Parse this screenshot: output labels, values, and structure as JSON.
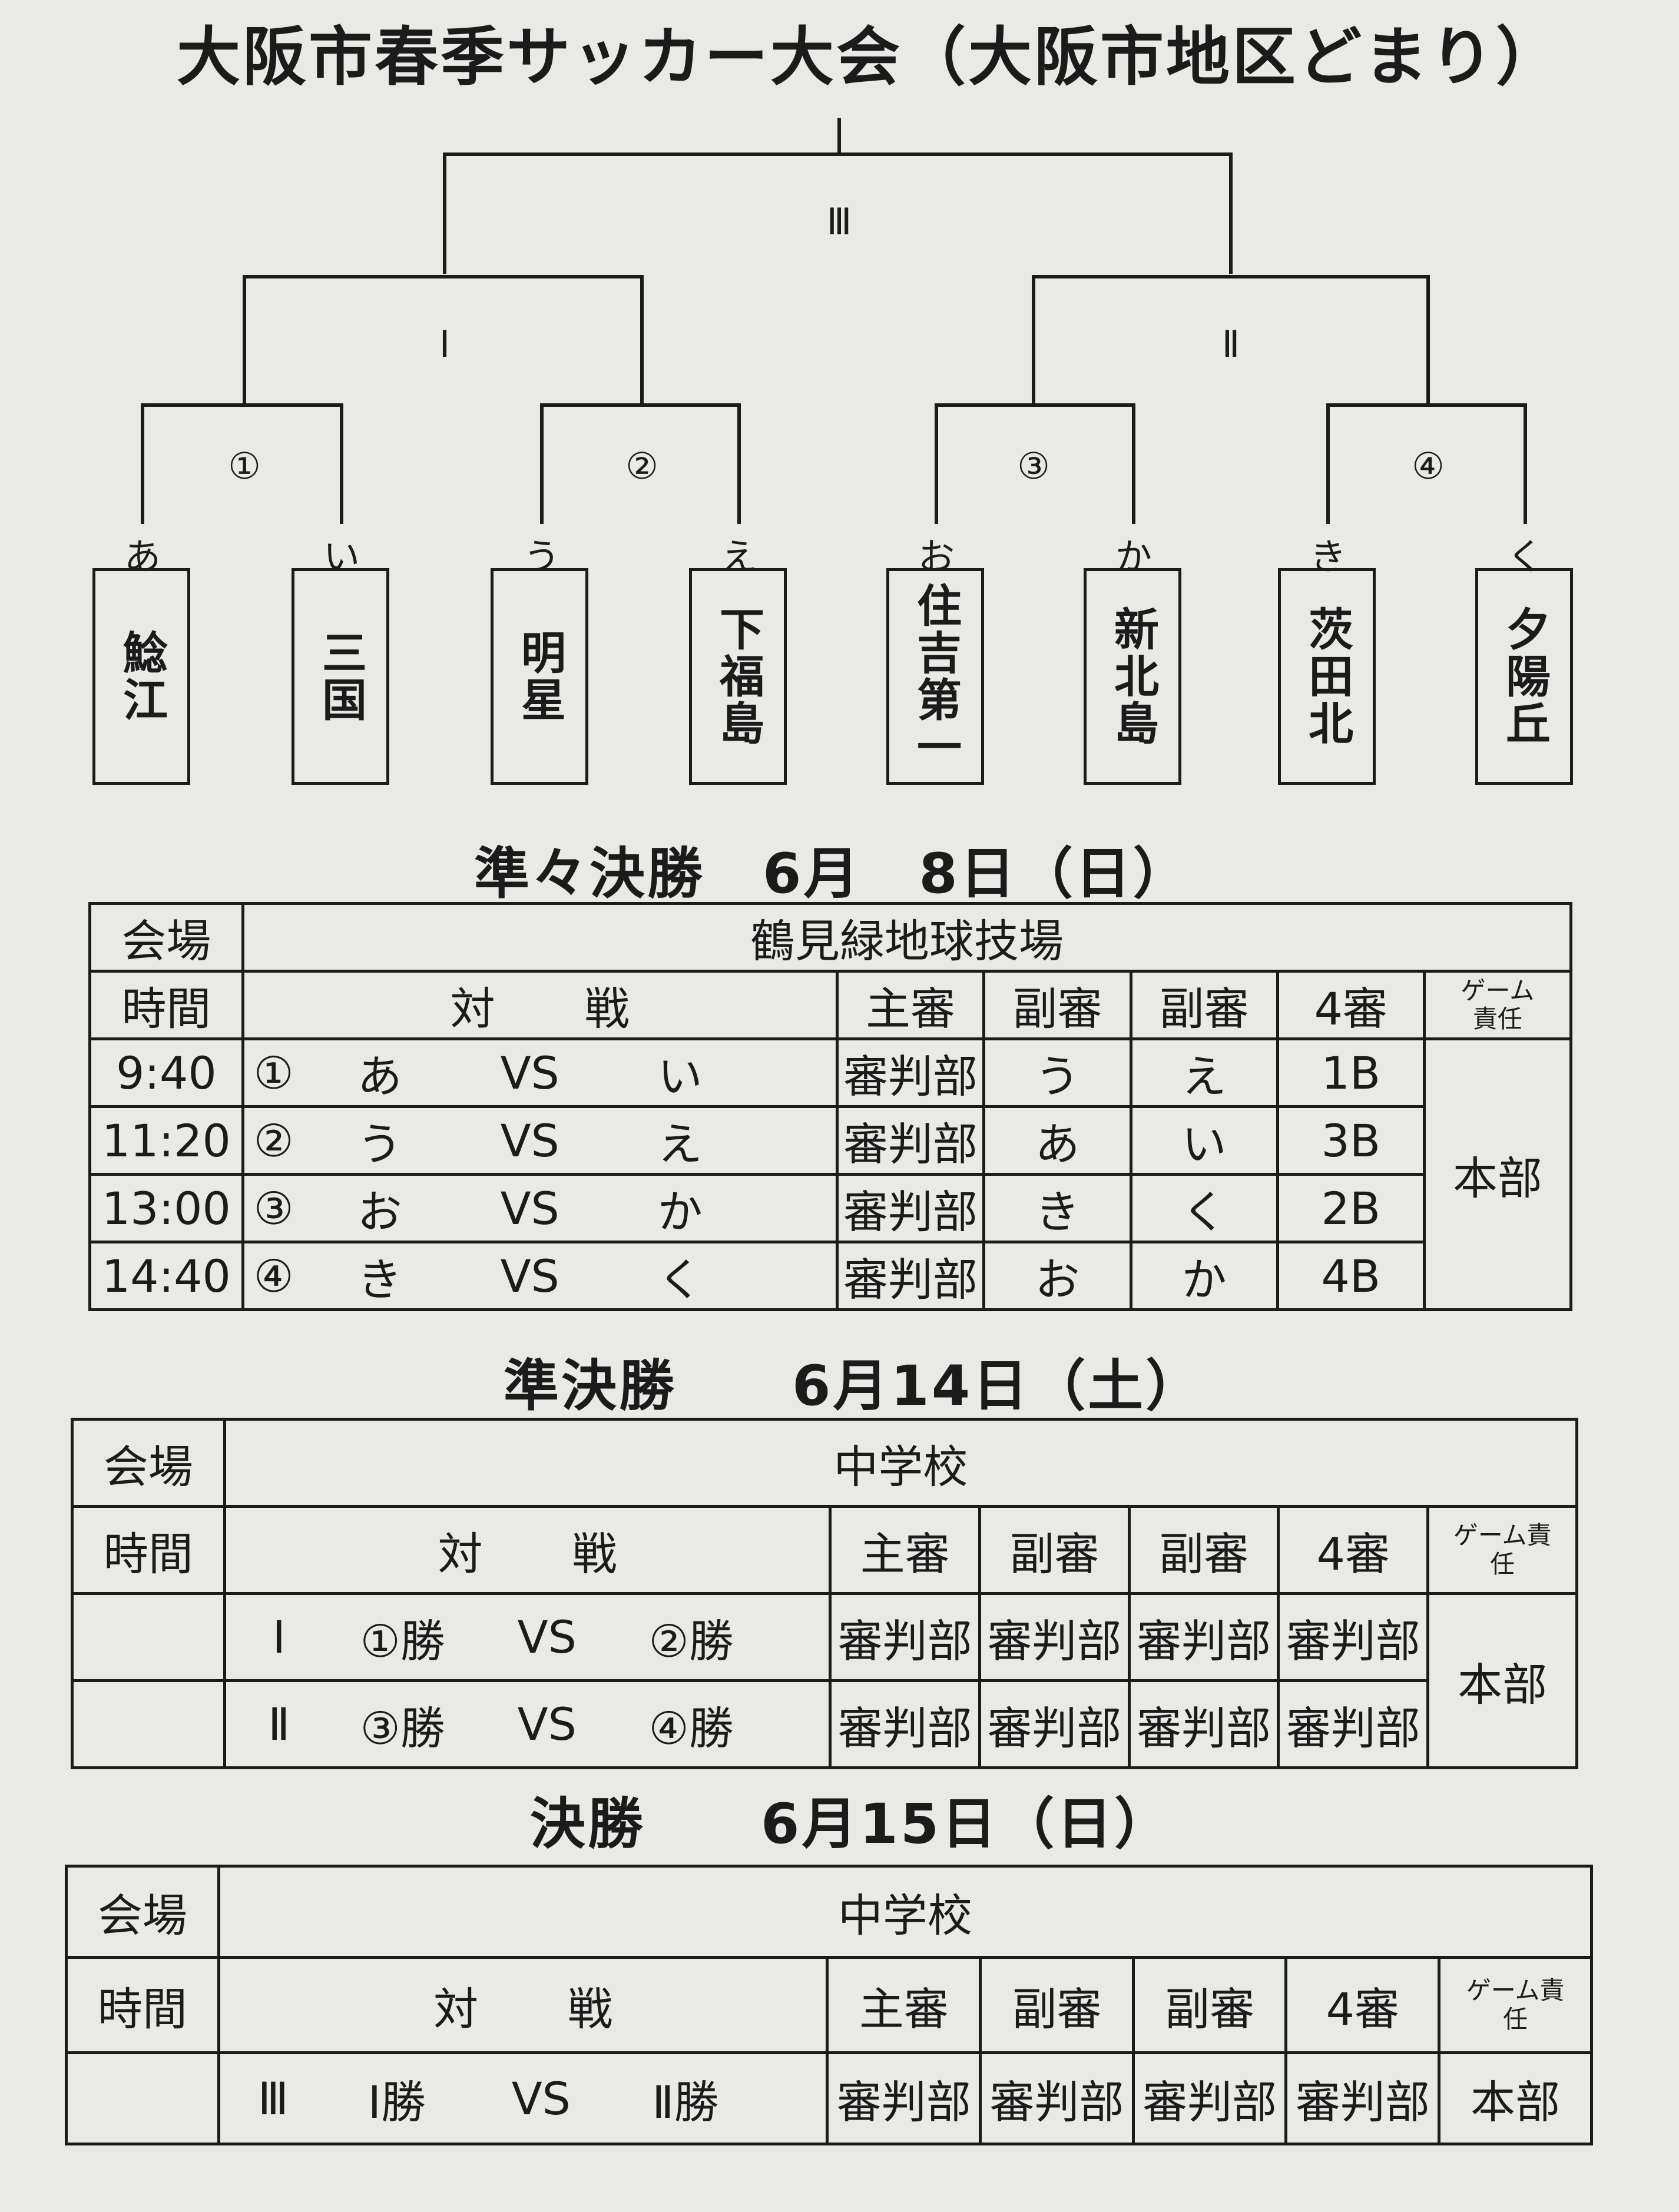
{
  "title": "大阪市春季サッカー大会（大阪市地区どまり）",
  "bracket": {
    "final_label": "Ⅲ",
    "semi_labels": [
      "Ⅰ",
      "Ⅱ"
    ],
    "quarter_labels": [
      "①",
      "②",
      "③",
      "④"
    ],
    "teams": [
      {
        "kana": "あ",
        "name": "鯰江"
      },
      {
        "kana": "い",
        "name": "三国"
      },
      {
        "kana": "う",
        "name": "明星"
      },
      {
        "kana": "え",
        "name": "下福島"
      },
      {
        "kana": "お",
        "name": "住吉第一"
      },
      {
        "kana": "か",
        "name": "新北島"
      },
      {
        "kana": "き",
        "name": "茨田北"
      },
      {
        "kana": "く",
        "name": "夕陽丘"
      }
    ]
  },
  "quarter": {
    "title": "準々決勝　6月　8日（日）",
    "venue_label": "会場",
    "venue": "鶴見緑地球技場",
    "headers": {
      "time": "時間",
      "match": "対　　戦",
      "ref": "主審",
      "ar1": "副審",
      "ar2": "副審",
      "fourth": "4審",
      "game": "ゲーム責任"
    },
    "responsible": "本部",
    "rows": [
      {
        "time": "9:40",
        "no": "①",
        "a": "あ",
        "vs": "VS",
        "b": "い",
        "ref": "審判部",
        "ar1": "う",
        "ar2": "え",
        "fourth": "1B"
      },
      {
        "time": "11:20",
        "no": "②",
        "a": "う",
        "vs": "VS",
        "b": "え",
        "ref": "審判部",
        "ar1": "あ",
        "ar2": "い",
        "fourth": "3B"
      },
      {
        "time": "13:00",
        "no": "③",
        "a": "お",
        "vs": "VS",
        "b": "か",
        "ref": "審判部",
        "ar1": "き",
        "ar2": "く",
        "fourth": "2B"
      },
      {
        "time": "14:40",
        "no": "④",
        "a": "き",
        "vs": "VS",
        "b": "く",
        "ref": "審判部",
        "ar1": "お",
        "ar2": "か",
        "fourth": "4B"
      }
    ]
  },
  "semi": {
    "title": "準決勝　　6月14日（土）",
    "venue_label": "会場",
    "venue": "中学校",
    "headers": {
      "time": "時間",
      "match": "対　　戦",
      "ref": "主審",
      "ar1": "副審",
      "ar2": "副審",
      "fourth": "4審",
      "game": "ゲーム責任"
    },
    "responsible": "本部",
    "rows": [
      {
        "time": "",
        "no": "Ⅰ",
        "a": "①勝",
        "vs": "VS",
        "b": "②勝",
        "ref": "審判部",
        "ar1": "審判部",
        "ar2": "審判部",
        "fourth": "審判部"
      },
      {
        "time": "",
        "no": "Ⅱ",
        "a": "③勝",
        "vs": "VS",
        "b": "④勝",
        "ref": "審判部",
        "ar1": "審判部",
        "ar2": "審判部",
        "fourth": "審判部"
      }
    ]
  },
  "final": {
    "title": "決勝　　6月15日（日）",
    "venue_label": "会場",
    "venue": "中学校",
    "headers": {
      "time": "時間",
      "match": "対　　戦",
      "ref": "主審",
      "ar1": "副審",
      "ar2": "副審",
      "fourth": "4審",
      "game": "ゲーム責任"
    },
    "row": {
      "time": "",
      "no": "Ⅲ",
      "a": "Ⅰ勝",
      "vs": "VS",
      "b": "Ⅱ勝",
      "ref": "審判部",
      "ar1": "審判部",
      "ar2": "審判部",
      "fourth": "審判部",
      "game": "本部"
    }
  }
}
